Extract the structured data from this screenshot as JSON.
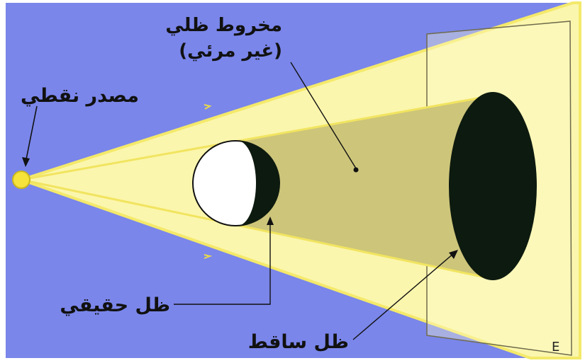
{
  "labels": {
    "point_source": "مصدر نقطي",
    "shadow_cone_line1": "مخروط ظلي",
    "shadow_cone_line2": "(غير مرئي)",
    "true_shadow": "ظل حقيقي",
    "cast_shadow": "ظل ساقط",
    "screen_mark": "E"
  },
  "colors": {
    "background": "#7a86ea",
    "light_beam": "#fbf6ad",
    "light_beam_edge": "#f4e96a",
    "shadow_cone": "#cdc57a",
    "dark_shadow": "#0d1a0f",
    "sphere_lit": "#ffffff",
    "source": "#f5e23a"
  }
}
